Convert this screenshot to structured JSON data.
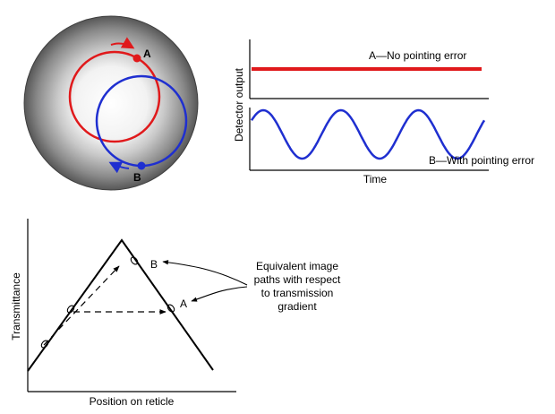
{
  "colors": {
    "path_a": "#e0191b",
    "path_b": "#1f2fd0",
    "ink": "#000000",
    "reticle_edge": "#4a4a4a",
    "reticle_center": "#ffffff"
  },
  "reticle": {
    "label_a": "A",
    "label_b": "B"
  },
  "detector_chart": {
    "ylabel": "Detector output",
    "xlabel": "Time",
    "trace_a_label": "A—No pointing error",
    "trace_b_label": "B—With pointing error",
    "trace_b_cycles": 3
  },
  "transmittance_chart": {
    "ylabel": "Transmittance",
    "xlabel": "Position on reticle",
    "point_a": "A",
    "point_b": "B",
    "annotation": [
      "Equivalent image",
      "paths with respect",
      "to transmission",
      "gradient"
    ]
  }
}
